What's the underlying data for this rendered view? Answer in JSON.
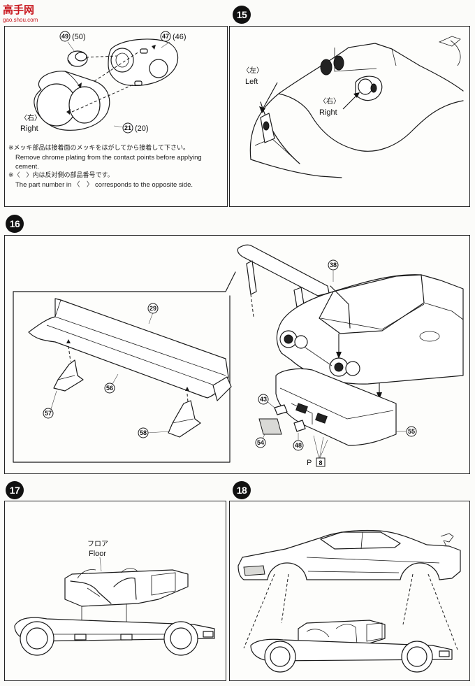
{
  "watermark": {
    "text": "高手网",
    "site": "gao.shou.com"
  },
  "steps": [
    {
      "number": "15"
    },
    {
      "number": "16"
    },
    {
      "number": "17"
    },
    {
      "number": "18"
    }
  ],
  "step14": {
    "parts": {
      "p49": "49",
      "p50": "(50)",
      "p47": "47",
      "p46": "(46)",
      "p21": "21",
      "p20": "(20)"
    },
    "right_jp": "〈右〉",
    "right_en": "Right",
    "notes": [
      {
        "jp": "※メッキ部品は接着面のメッキをはがしてから接着して下さい。",
        "en": "Remove chrome plating from the contact points before applying cement."
      },
      {
        "jp": "※〈　〉内は反対側の部品番号です。",
        "en": "The part number in 〈　〉 corresponds to the opposite side."
      }
    ]
  },
  "step15": {
    "left_jp": "〈左〉",
    "left_en": "Left",
    "right_jp": "〈右〉",
    "right_en": "Right"
  },
  "step16": {
    "parts": {
      "p29": "29",
      "p56": "56",
      "p57": "57",
      "p58": "58",
      "p38": "38",
      "p43": "43",
      "p54": "54",
      "p48": "48",
      "p55": "55"
    },
    "decal_ref_prefix": "P",
    "decal_ref_box": "8"
  },
  "step17": {
    "floor_jp": "フロア",
    "floor_en": "Floor"
  }
}
